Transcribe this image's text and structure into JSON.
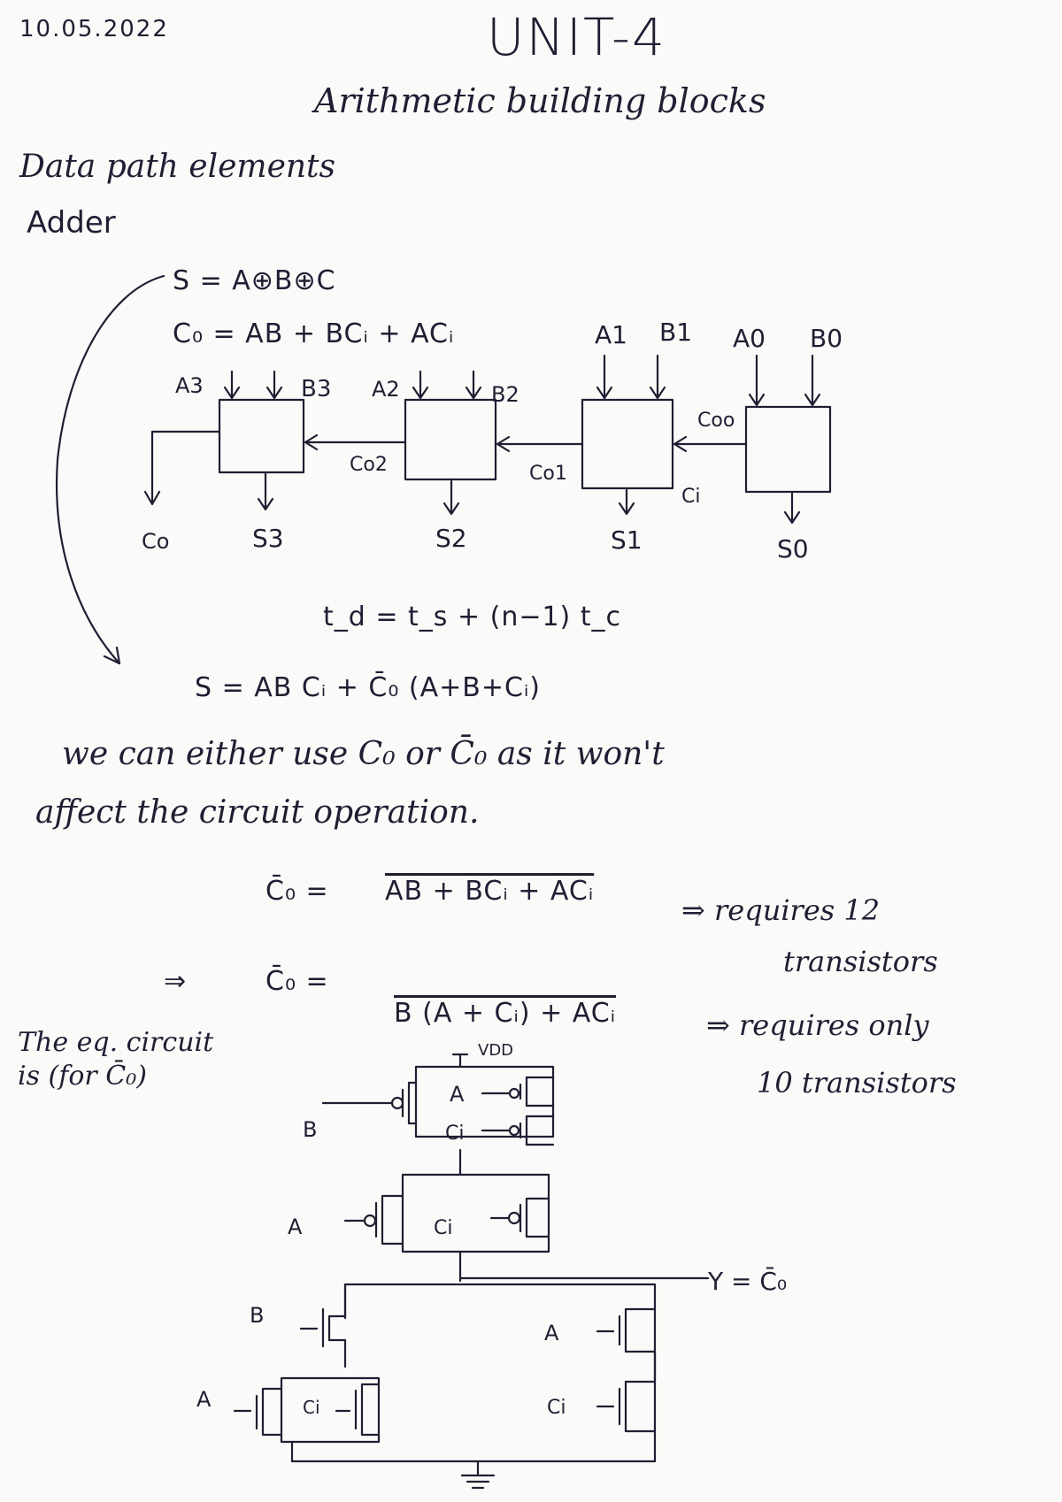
{
  "header": {
    "date": "10.05.2022",
    "title": "UNIT-4",
    "subtitle": "Arithmetic building blocks"
  },
  "sections": {
    "heading": "Data path elements",
    "subheading": "Adder"
  },
  "equations": {
    "sum_xor": "S = A⊕B⊕C",
    "carry_out": "C₀ = AB + BCᵢ + ACᵢ",
    "delay": "t_d = t_s + (n−1) t_c",
    "sum_alt": "S = AB Cᵢ + C̄₀ (A+B+Cᵢ)",
    "co_bar_1_lhs": "C̄₀ =",
    "co_bar_1_rhs": "AB + BCᵢ + ACᵢ",
    "co_bar_1_note": "⇒ requires 12",
    "co_bar_1_note2": "transistors",
    "implies": "⇒",
    "co_bar_2_lhs": "C̄₀ =",
    "co_bar_2_rhs": "B (A + Cᵢ) + ACᵢ",
    "co_bar_2_note": "⇒ requires only",
    "co_bar_2_note2": "10 transistors"
  },
  "paragraph": {
    "line1": "we can either use C₀ or C̄₀ as it won't",
    "line2": "affect the circuit operation."
  },
  "side_note": "The eq. circuit is (for C̄₀)",
  "ripple_adder": {
    "inputs": [
      "A3",
      "B3",
      "A2",
      "B2",
      "A1",
      "B1",
      "A0",
      "B0"
    ],
    "carries": [
      "Co2",
      "Co1",
      "Coo",
      "Ci"
    ],
    "outputs": [
      "Co",
      "S3",
      "S2",
      "S1",
      "S0"
    ]
  },
  "cmos_circuit": {
    "supply": "VDD",
    "output": "Y = C̄₀",
    "gate_labels": [
      "B",
      "A",
      "Ci",
      "A",
      "Ci",
      "B",
      "A",
      "Ci",
      "A",
      "Ci"
    ]
  }
}
